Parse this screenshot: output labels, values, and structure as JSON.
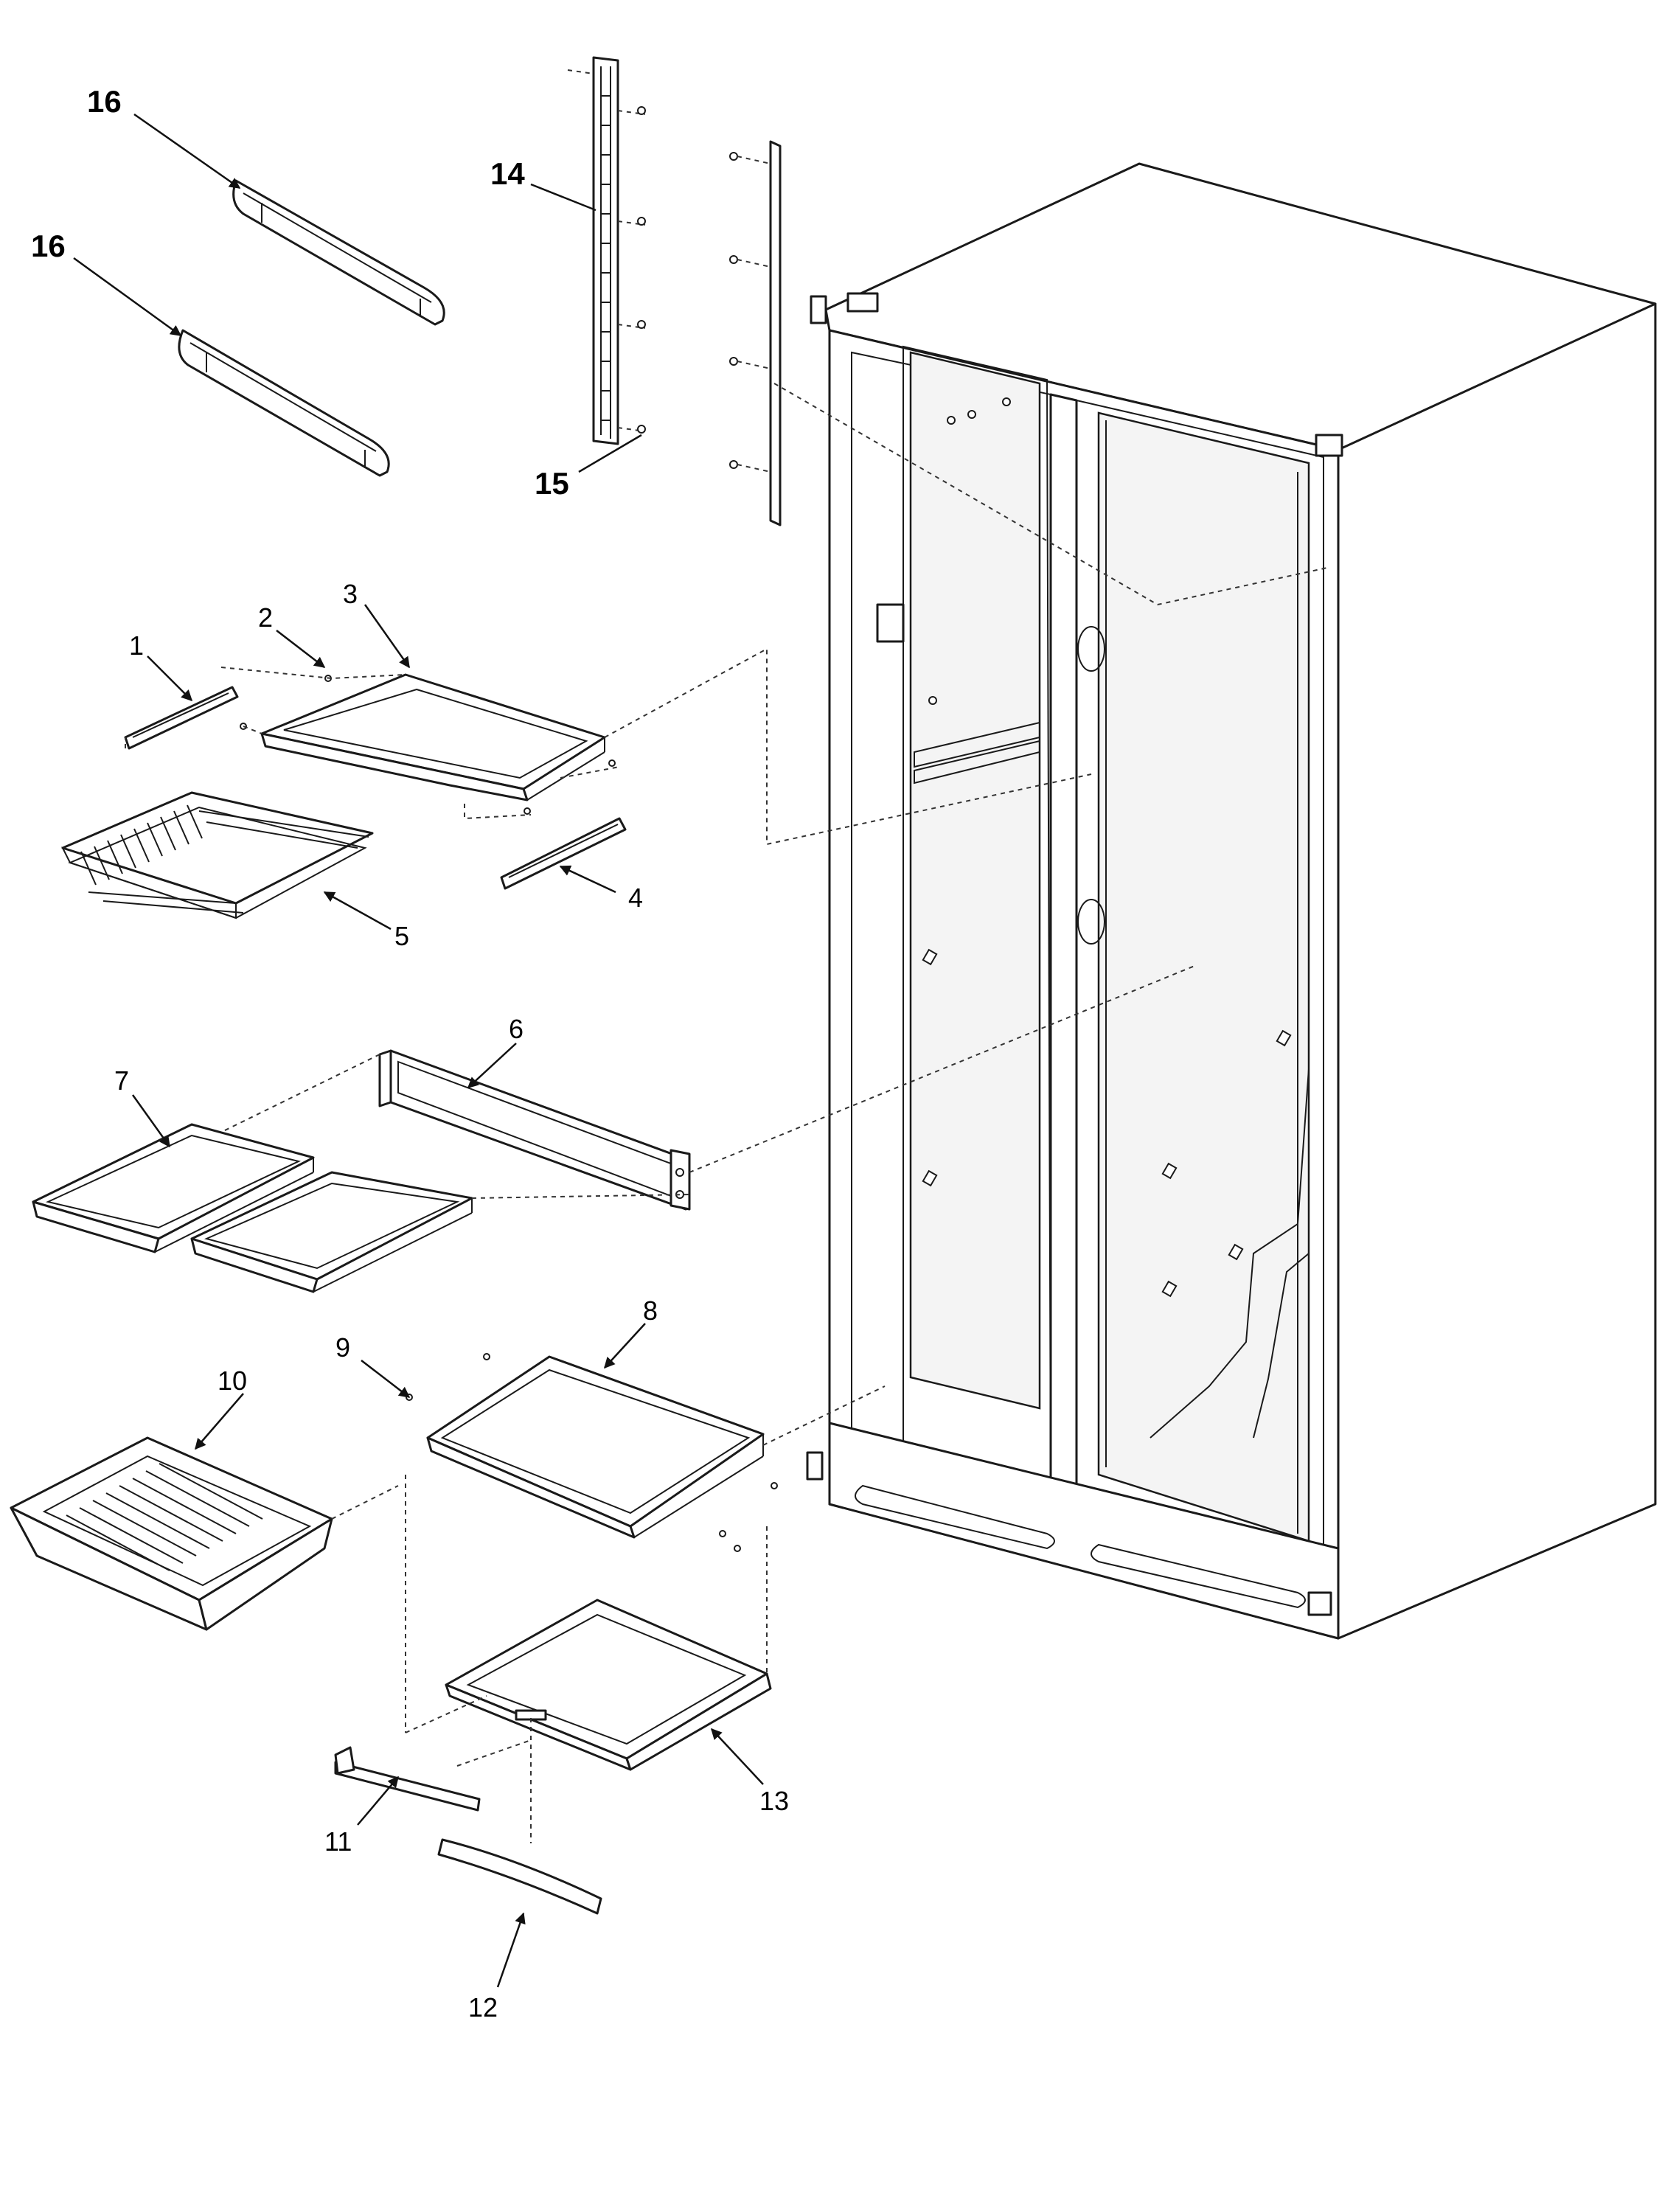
{
  "callouts": {
    "c1": "1",
    "c2": "2",
    "c3": "3",
    "c4": "4",
    "c5": "5",
    "c6": "6",
    "c7": "7",
    "c8": "8",
    "c9": "9",
    "c10": "10",
    "c11": "11",
    "c12": "12",
    "c13": "13",
    "c14": "14",
    "c15": "15",
    "c16a": "16",
    "c16b": "16"
  },
  "colors": {
    "line": "#1a1a1a",
    "background": "#ffffff",
    "shade": "#d8d8d8"
  }
}
